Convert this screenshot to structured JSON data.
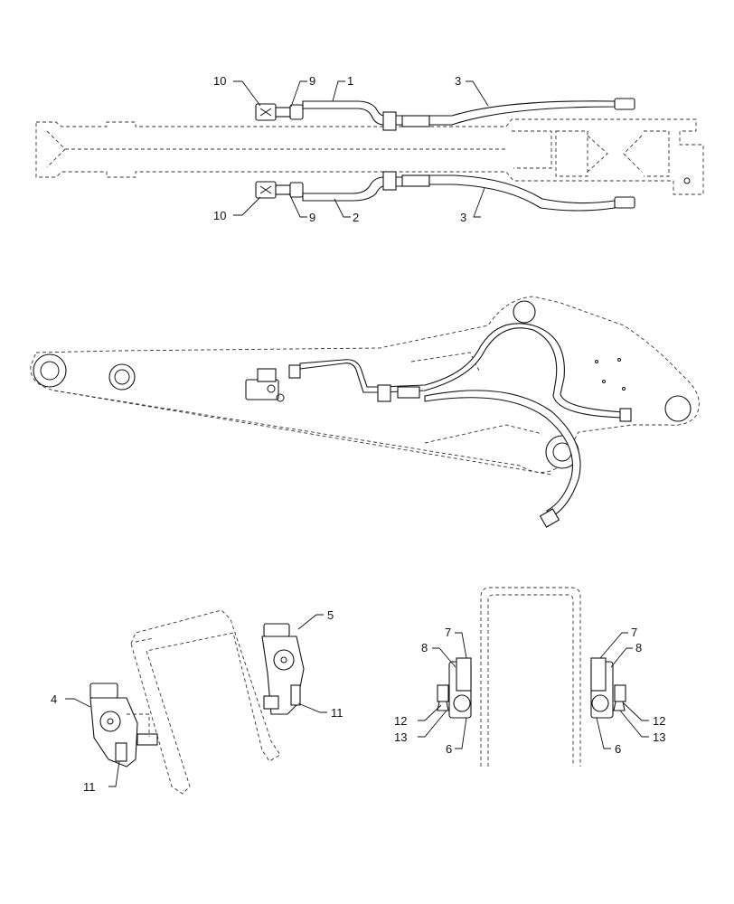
{
  "callouts": {
    "c1": "1",
    "c2": "2",
    "c3a": "3",
    "c3b": "3",
    "c4": "4",
    "c5": "5",
    "c6a": "6",
    "c6b": "6",
    "c7a": "7",
    "c7b": "7",
    "c8a": "8",
    "c8b": "8",
    "c9a": "9",
    "c9b": "9",
    "c10a": "10",
    "c10b": "10",
    "c11a": "11",
    "c11b": "11",
    "c12a": "12",
    "c12b": "12",
    "c13a": "13",
    "c13b": "13"
  },
  "colors": {
    "line": "#111111",
    "background": "#ffffff"
  }
}
